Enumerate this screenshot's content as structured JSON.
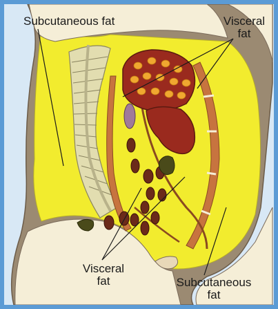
{
  "labels": {
    "subcutaneous_top": "Subcutaneous fat",
    "visceral_top_line1": "Visceral",
    "visceral_top_line2": "fat",
    "visceral_bottom_line1": "Visceral",
    "visceral_bottom_line2": "fat",
    "subcutaneous_bottom_line1": "Subcutaneous",
    "subcutaneous_bottom_line2": "fat"
  },
  "colors": {
    "frame_border": "#5b9bd5",
    "frame_background": "#d8e8f5",
    "skin": "#f5eed7",
    "skin_outline": "#7a6a5a",
    "fat": "#f2ec2e",
    "muscle": "#c7743f",
    "liver": "#9a2a1e",
    "organ_dark": "#6b2a1a",
    "spine": "#e2ddb0",
    "spine_outline": "#8a8460",
    "fat_droplet": "#f0a830"
  }
}
